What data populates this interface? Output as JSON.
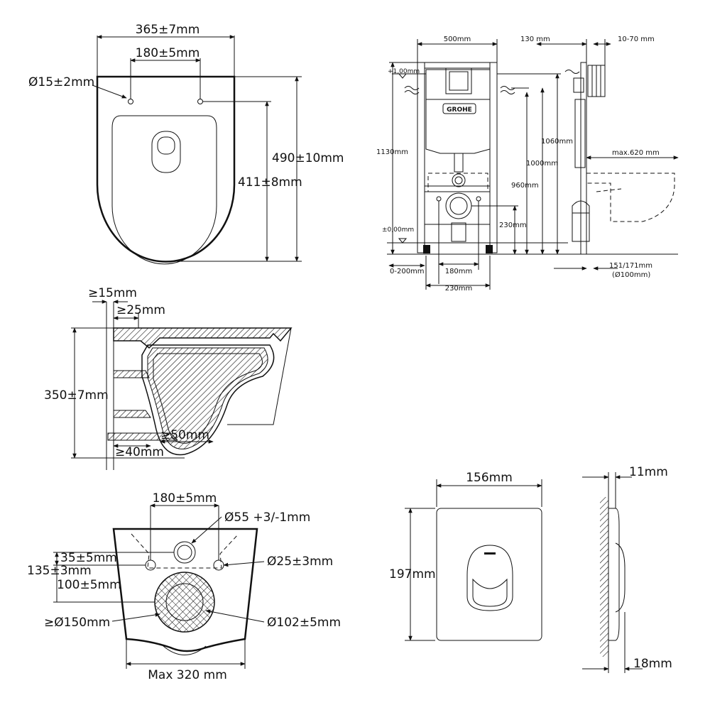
{
  "top_view": {
    "width": "365±7mm",
    "hole_spacing": "180±5mm",
    "hole_diameter": "Ø15±2mm",
    "length": "490±10mm",
    "hole_to_front": "411±8mm"
  },
  "frame": {
    "width": "500mm",
    "depth": "130 mm",
    "wall_adjust": "10-70 mm",
    "level_top": "+1,00mm",
    "height": "1130mm",
    "brand": "GROHE",
    "h1060": "1060mm",
    "h1000": "1000mm",
    "h960": "960mm",
    "max_projection": "max.620 mm",
    "h230": "230mm",
    "level_zero": "±0,00mm",
    "left_adjust": "0-200mm",
    "bolt_spacing_180": "180mm",
    "bolt_spacing_230": "230mm",
    "drain": "151/171mm",
    "drain_dia": "(Ø100mm)"
  },
  "side_view": {
    "min_15": "≥15mm",
    "min_25": "≥25mm",
    "height": "350±7mm",
    "min_50": "≥50mm",
    "min_40": "≥40mm"
  },
  "rear_view": {
    "spacing": "180±5mm",
    "inlet": "Ø55 +3/-1mm",
    "d35": "35±5mm",
    "d135": "135±3mm",
    "d100": "100±5mm",
    "bolt": "Ø25±3mm",
    "min150": "≥Ø150mm",
    "outlet": "Ø102±5mm",
    "max_width": "Max 320 mm"
  },
  "plate": {
    "width": "156mm",
    "height": "197mm",
    "thickness": "11mm",
    "depth": "18mm"
  },
  "icons": [
    "dimension-arrow-icon",
    "level-marker-icon",
    "water-inlet-icon",
    "hatching-icon"
  ]
}
